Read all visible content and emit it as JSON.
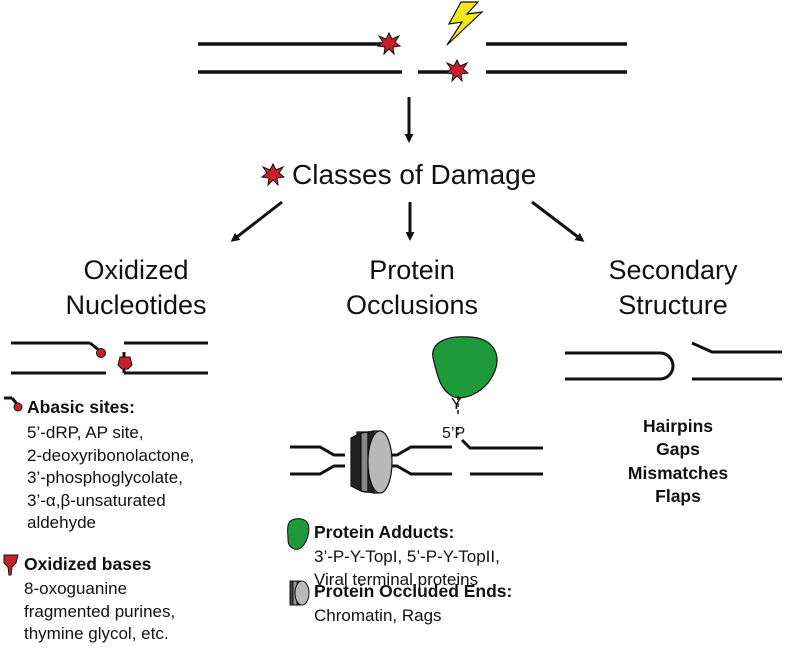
{
  "title": "Classes of Damage",
  "columns": {
    "oxidized": {
      "heading_line1": "Oxidized",
      "heading_line2": "Nucleotides",
      "abasic_title": "Abasic sites:",
      "abasic_items": [
        "5’-dRP, AP site,",
        "2-deoxyribonolactone,",
        "3’-phosphoglycolate,",
        "3’-α,β-unsaturated",
        "aldehyde"
      ],
      "bases_title": "Oxidized bases",
      "bases_items": [
        "8-oxoguanine",
        "fragmented purines,",
        "thymine glycol, etc."
      ]
    },
    "protein": {
      "heading_line1": "Protein",
      "heading_line2": "Occlusions",
      "label_y": "Y",
      "label_5p": "5’P",
      "adducts_title": "Protein Adducts:",
      "adducts_items": [
        "3’-P-Y-TopI, 5’-P-Y-TopII,",
        "Viral terminal proteins"
      ],
      "occluded_title": "Protein Occluded Ends:",
      "occluded_items": [
        "Chromatin, Rags"
      ]
    },
    "secondary": {
      "heading_line1": "Secondary",
      "heading_line2": "Structure",
      "items": [
        "Hairpins",
        "Gaps",
        "Mismatches",
        "Flaps"
      ]
    }
  },
  "colors": {
    "damage_star": "#c8202a",
    "lightning": "#f5e61a",
    "protein": "#1f9a3a",
    "line": "#111111"
  }
}
